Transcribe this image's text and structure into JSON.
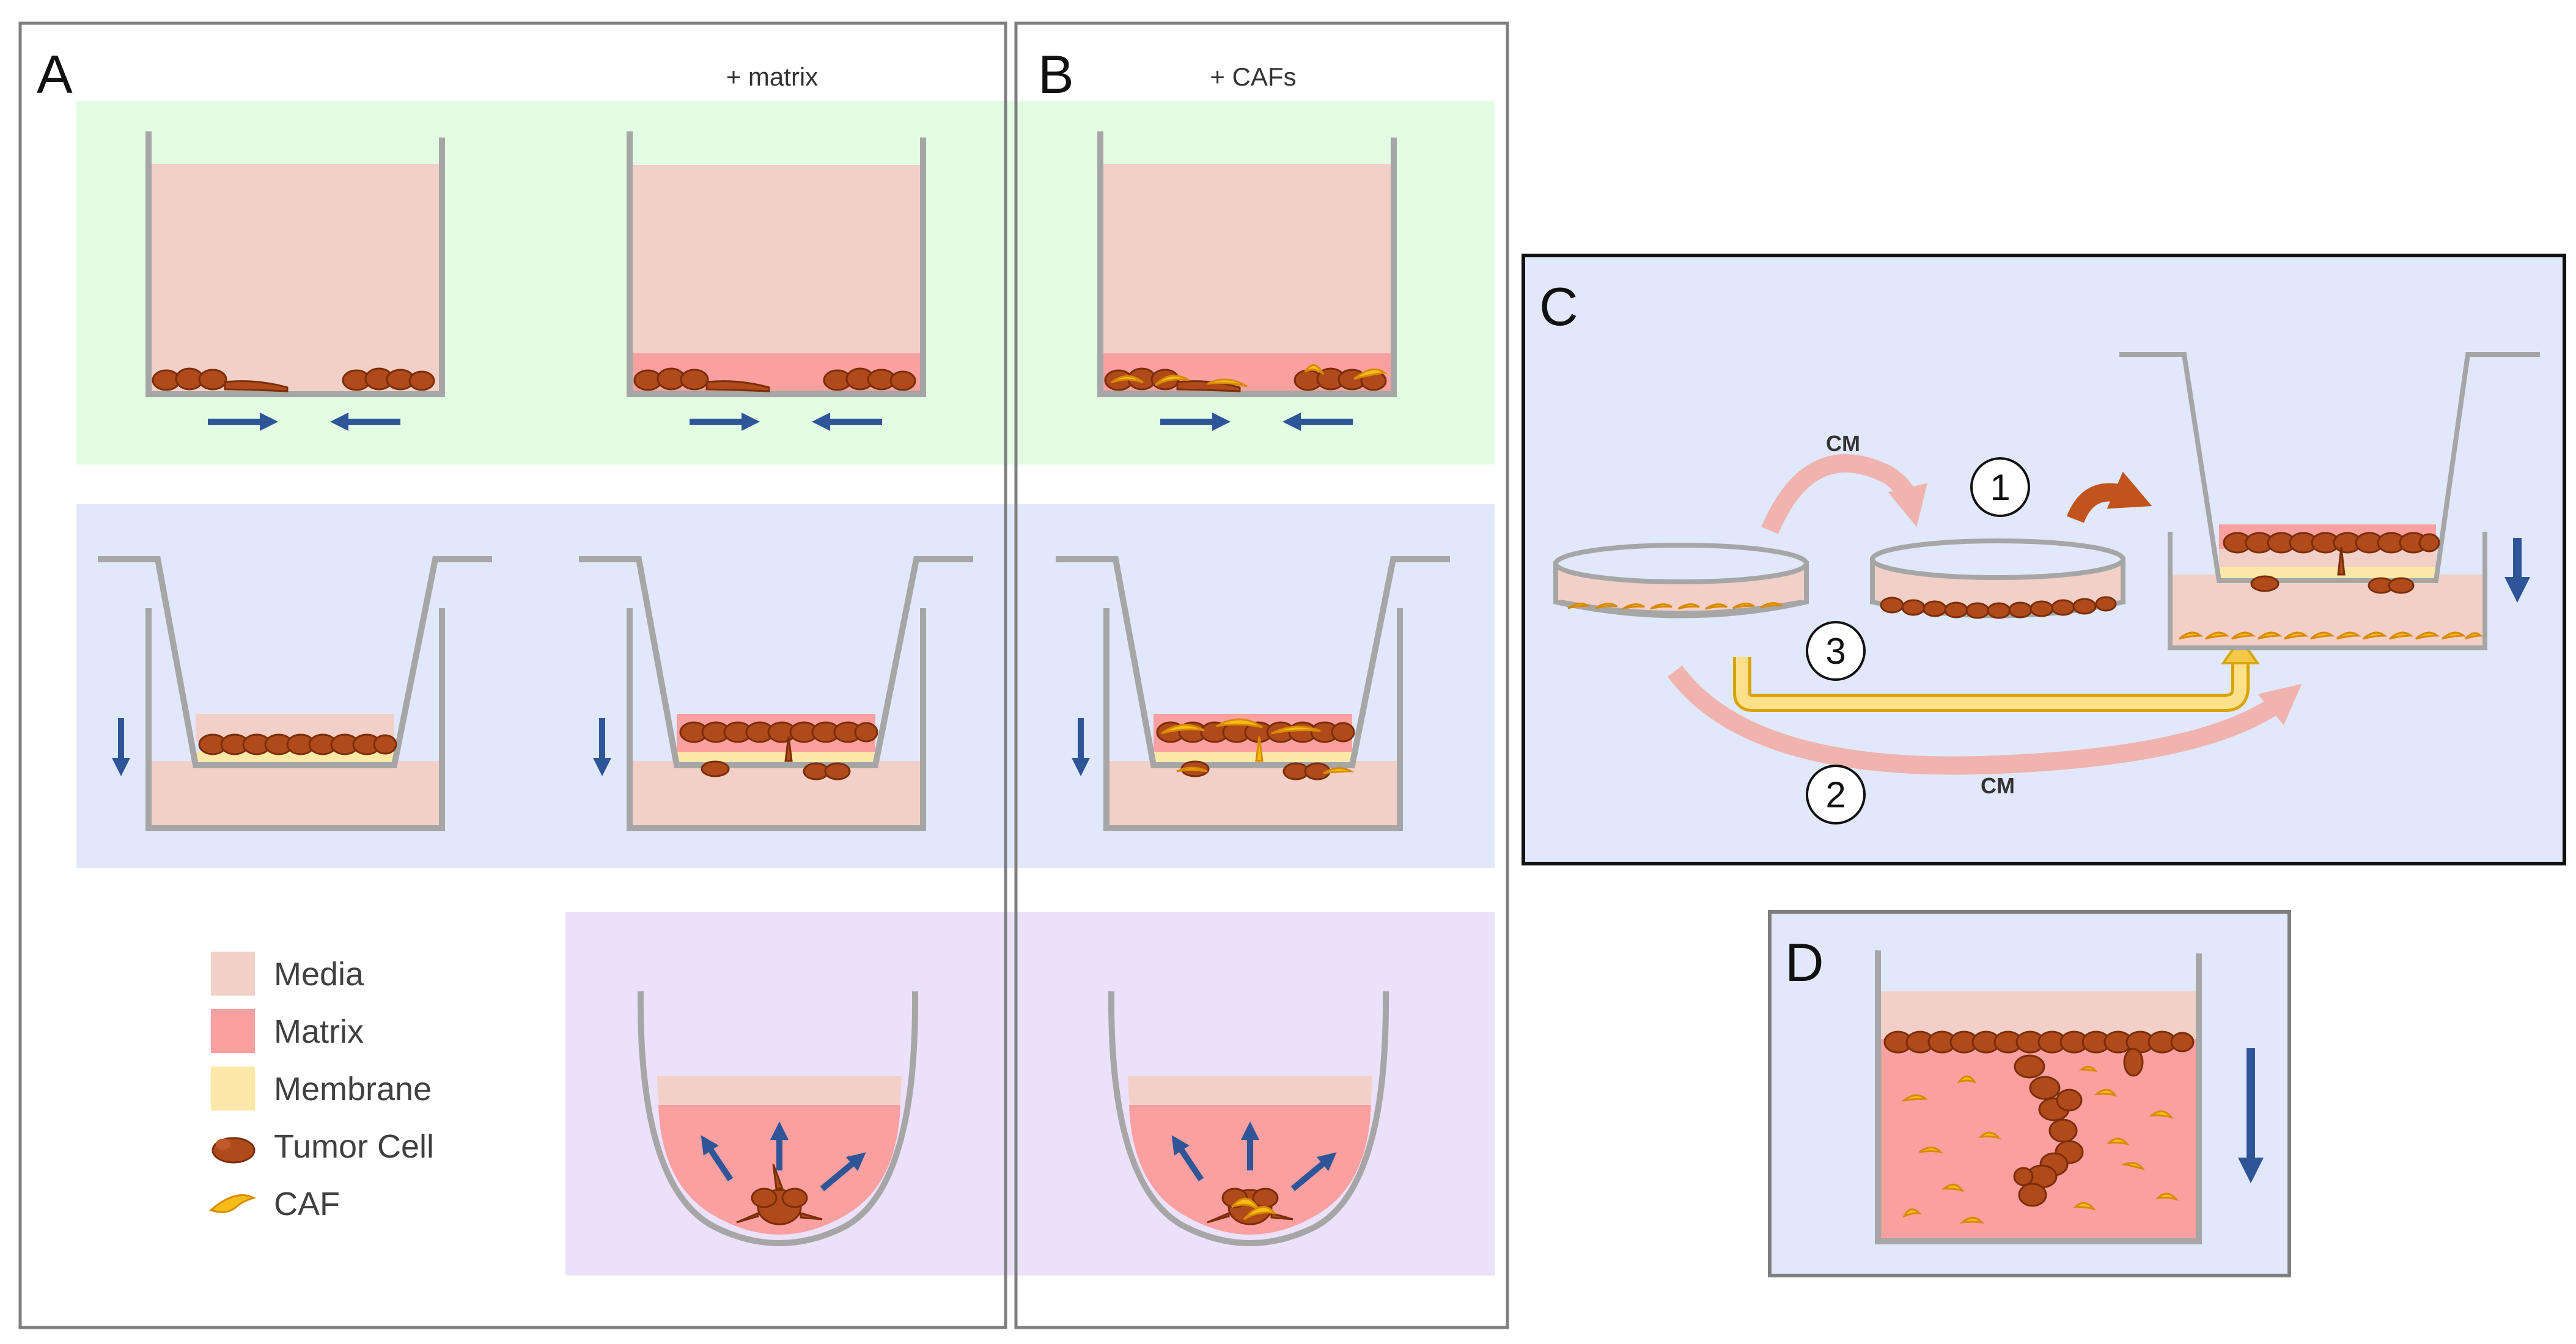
{
  "panels": {
    "a": {
      "letter": "A",
      "header": "+ matrix"
    },
    "b": {
      "letter": "B",
      "header": "+ CAFs"
    },
    "c": {
      "letter": "C",
      "cm_top": "CM",
      "cm_bottom": "CM",
      "step1": "1",
      "step2": "2",
      "step3": "3"
    },
    "d": {
      "letter": "D"
    }
  },
  "legend": [
    {
      "label": "Media",
      "color": "#f2d0c8",
      "kind": "swatch"
    },
    {
      "label": "Matrix",
      "color": "#fba0a0",
      "kind": "swatch"
    },
    {
      "label": "Membrane",
      "color": "#fce8a8",
      "kind": "swatch"
    },
    {
      "label": "Tumor Cell",
      "color": "#b04a1a",
      "kind": "tumor"
    },
    {
      "label": "CAF",
      "color": "#f5bd15",
      "kind": "caf"
    }
  ],
  "colors": {
    "media": "#f2d0c8",
    "matrix": "#fba0a0",
    "membrane": "#fce8a8",
    "tumor": "#b04a1a",
    "tumor_outline": "#7a2e0a",
    "caf": "#f5bd15",
    "caf_outline": "#d88a00",
    "arrow": "#2e5597",
    "well_wall": "#a6a6a6",
    "band_green": "#e2fde2",
    "band_blue": "#e1e8fb",
    "band_purple": "#ebe1fb",
    "arrow_pink": "#f0b3ad",
    "arrow_yellow": "#f5c84a",
    "arrow_orange": "#c0541c"
  },
  "icons": [
    "arrow-right-icon",
    "arrow-left-icon",
    "arrow-down-icon",
    "arrow-up-icon",
    "curved-arrow-icon"
  ]
}
